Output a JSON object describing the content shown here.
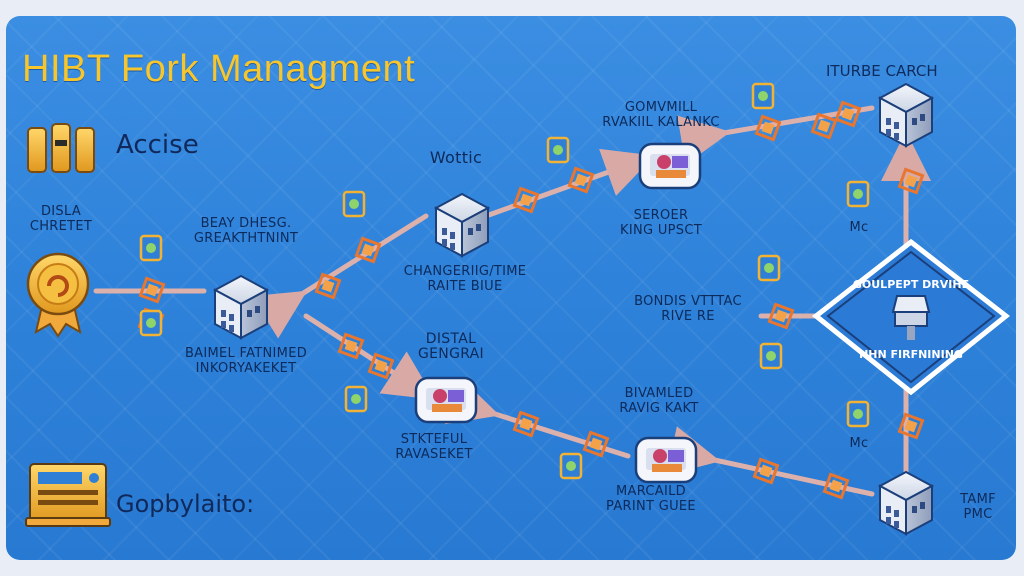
{
  "title": "HIBT Fork Managment",
  "corner_label": "ITURBE CARCH",
  "left_panel": {
    "top_label": "Accise",
    "bottom_label": "Gopbylaito:"
  },
  "nodes": {
    "dislal": [
      "DISLA",
      "CHRETET"
    ],
    "beay": [
      "BEAY DHESG.",
      "GREAKTHTNINT"
    ],
    "beay_bottom": [
      "BAIMEL FATNIMED",
      "INKORYAKEKET"
    ],
    "wottic": [
      "Wottic"
    ],
    "wottic_bottom": [
      "CHANGERIIG/TIME",
      "RAITE BIUE"
    ],
    "gomvill": [
      "GOMVMILL",
      "RVAKIIL KALANKC"
    ],
    "gomvill_bottom": [
      "SEROER",
      "KING UPSCT"
    ],
    "distal": [
      "DISTAL",
      "GENGRAI"
    ],
    "distal_bottom": [
      "STKTEFUL",
      "RAVASEKET"
    ],
    "bivamled": [
      "BIVAMLED",
      "RAVIG KAKT"
    ],
    "bivamled_bottom": [
      "MARCAILD",
      "PARINT GUEE"
    ],
    "bonds": [
      "BONDIS VTTTAC",
      "RIVE RE"
    ],
    "mc_top": "Mc",
    "mc_bottom": "Mc",
    "diamond_top": "GOULPEPT DRVIHE",
    "diamond_bottom": "NHN FIRFNINING",
    "tamf": [
      "TAMF",
      "PMC"
    ]
  }
}
